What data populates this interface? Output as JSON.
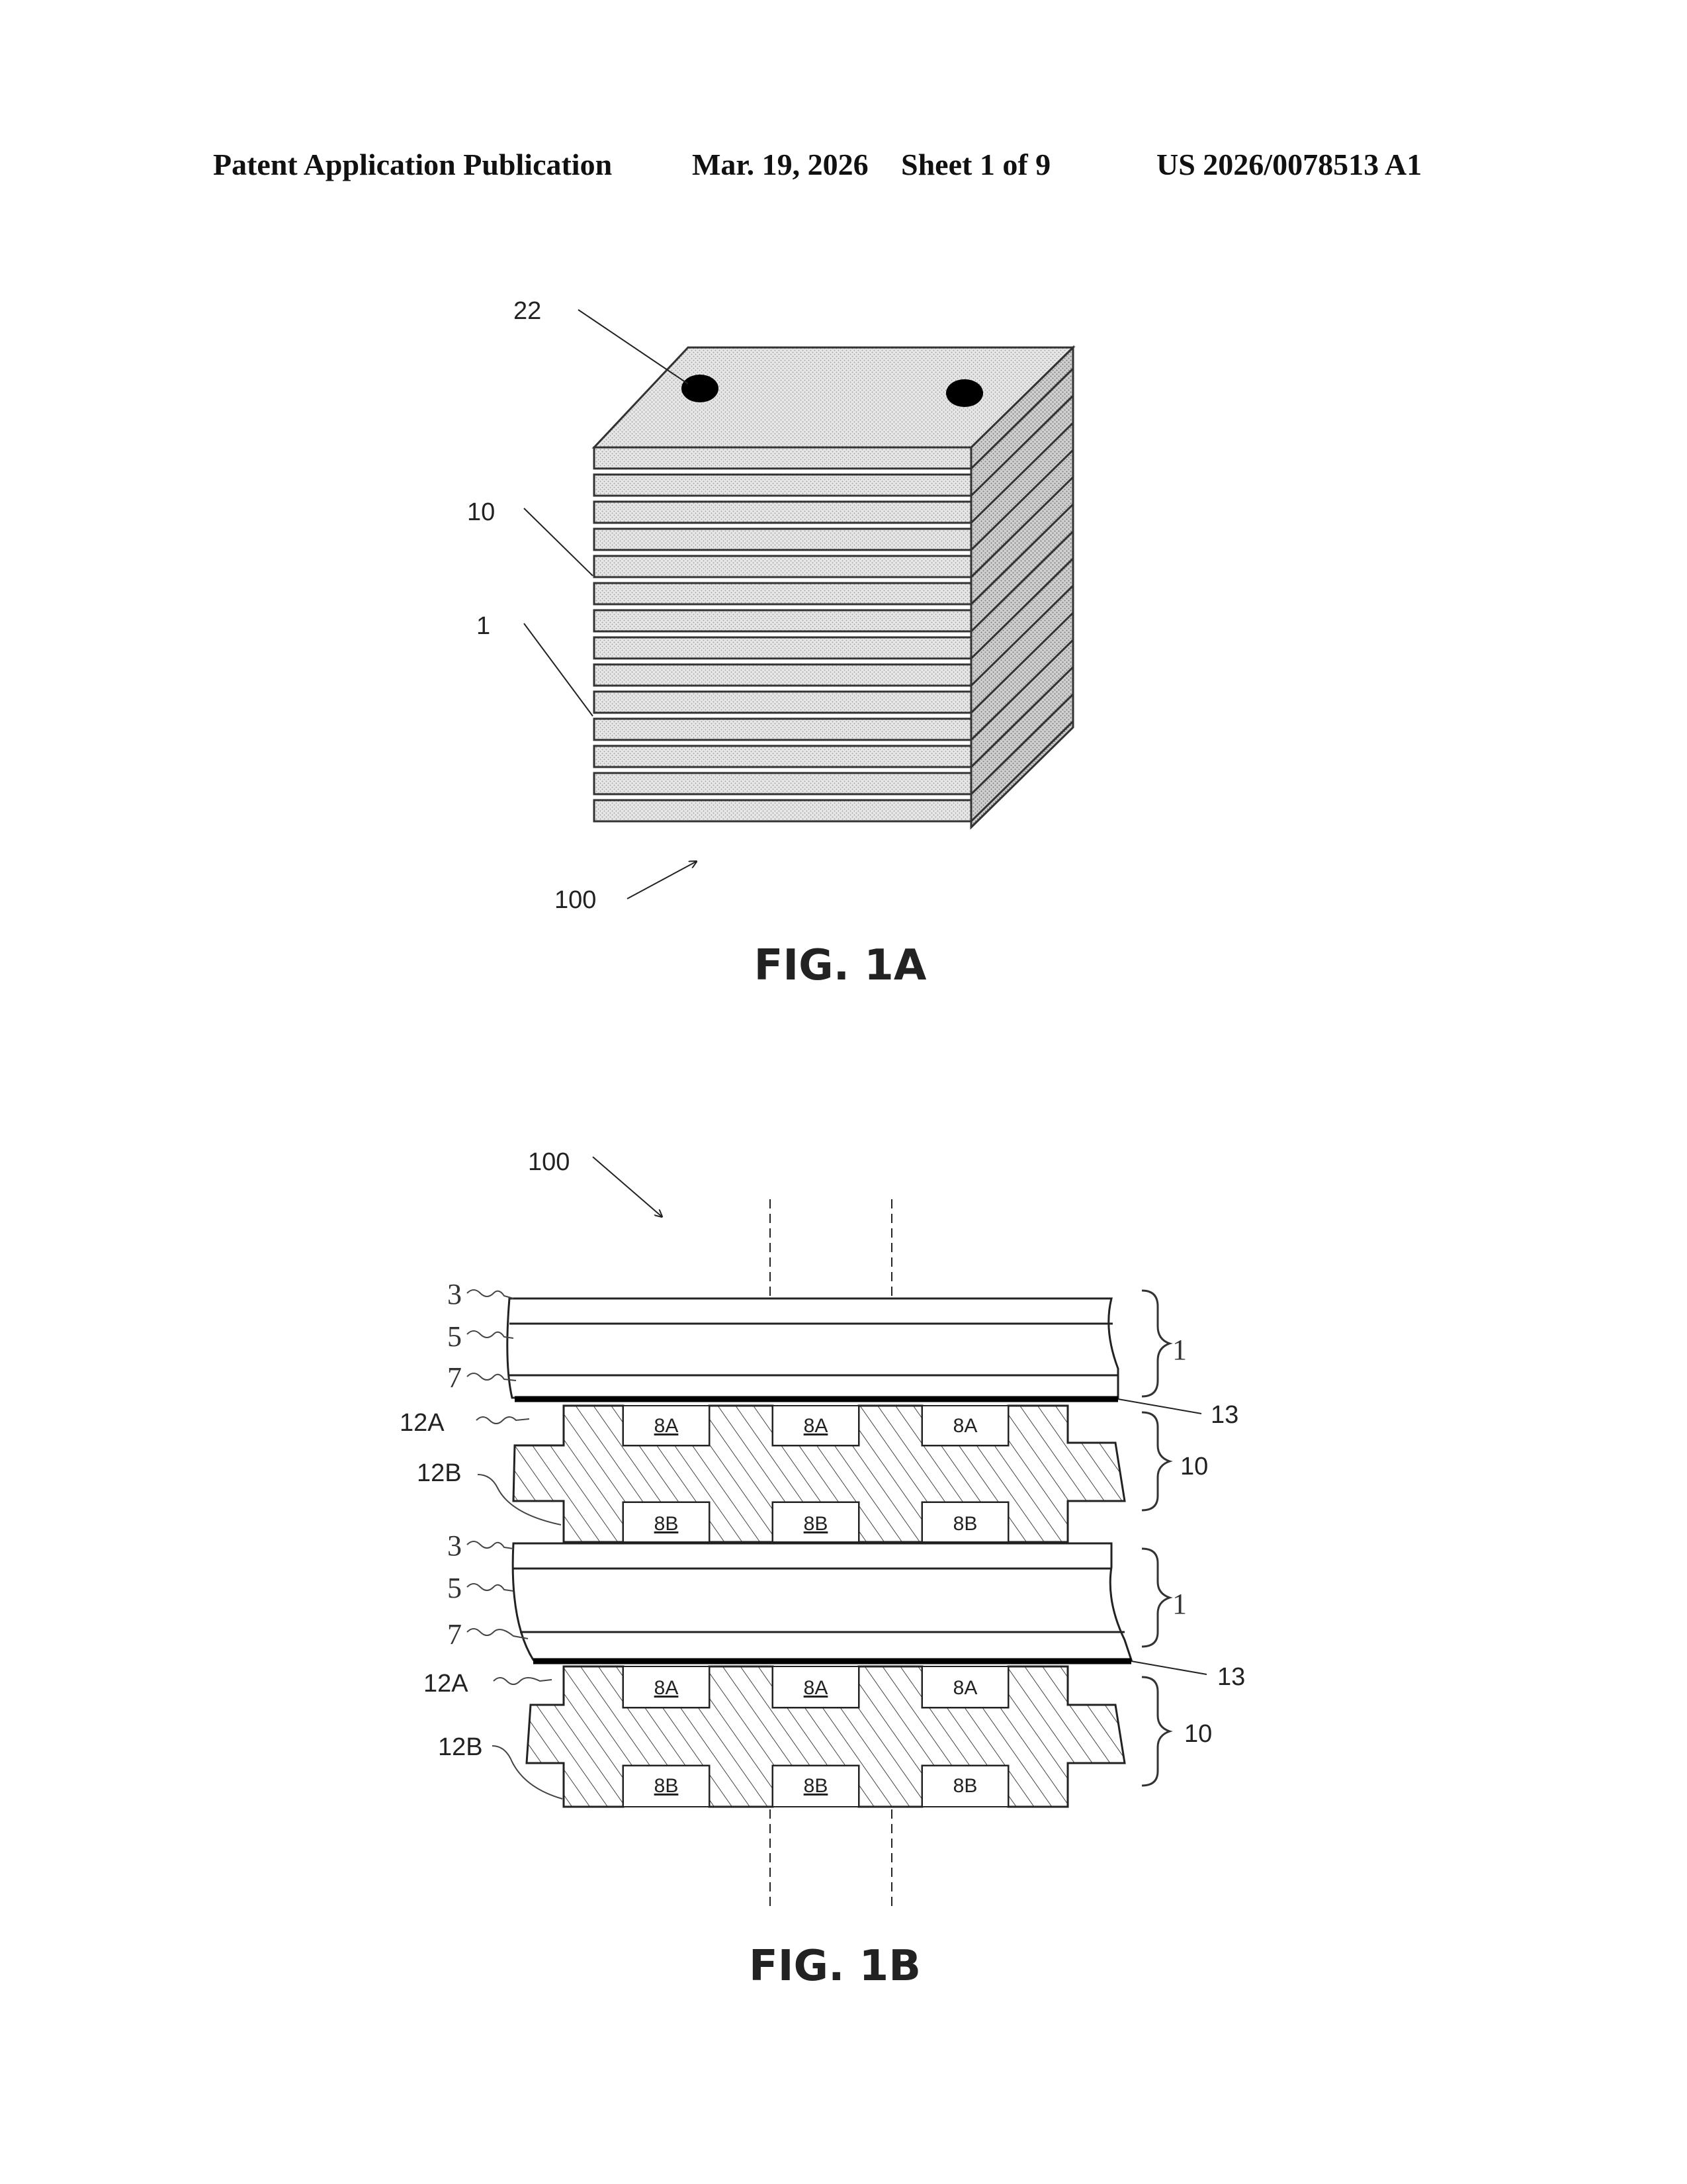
{
  "header": {
    "left": "Patent Application Publication",
    "date": "Mar. 19, 2026",
    "sheet": "Sheet 1 of 9",
    "pub_number": "US 2026/0078513 A1"
  },
  "fig1a": {
    "caption": "FIG. 1A",
    "labels": {
      "port": "22",
      "plate": "10",
      "cell": "1",
      "stack": "100"
    }
  },
  "fig1b": {
    "caption": "FIG. 1B",
    "labels": {
      "stack": "100",
      "layer3": "3",
      "layer5": "5",
      "layer7": "7",
      "cell": "1",
      "seal": "13",
      "plate": "10",
      "face_a": "12A",
      "face_b": "12B",
      "channel_a": "8A",
      "channel_b": "8B"
    }
  },
  "colors": {
    "ink": "#222222",
    "plate_fill": "#dcdcdc",
    "port_fill": "#000000"
  }
}
